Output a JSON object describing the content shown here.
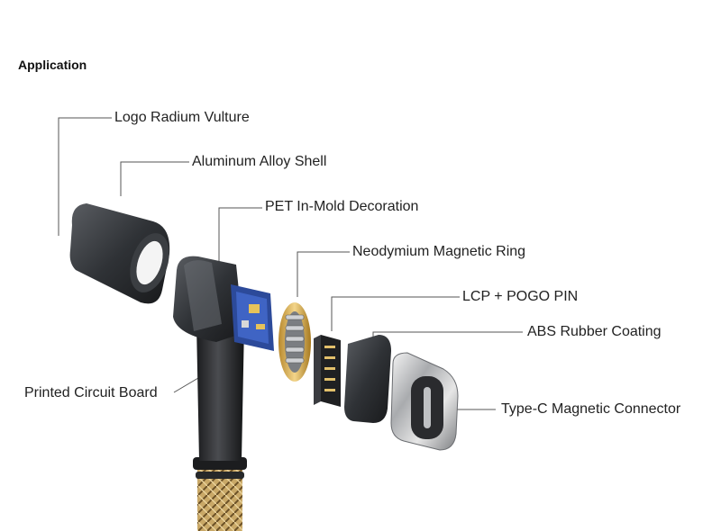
{
  "section": {
    "title": "Application"
  },
  "diagram": {
    "labels": {
      "logo": "Logo Radium Vulture",
      "shell": "Aluminum Alloy Shell",
      "pet": "PET In-Mold Decoration",
      "ring": "Neodymium Magnetic Ring",
      "lcp": "LCP + POGO PIN",
      "abs": "ABS Rubber Coating",
      "pcb": "Printed Circuit Board",
      "typec": "Type-C Magnetic Connector"
    }
  }
}
